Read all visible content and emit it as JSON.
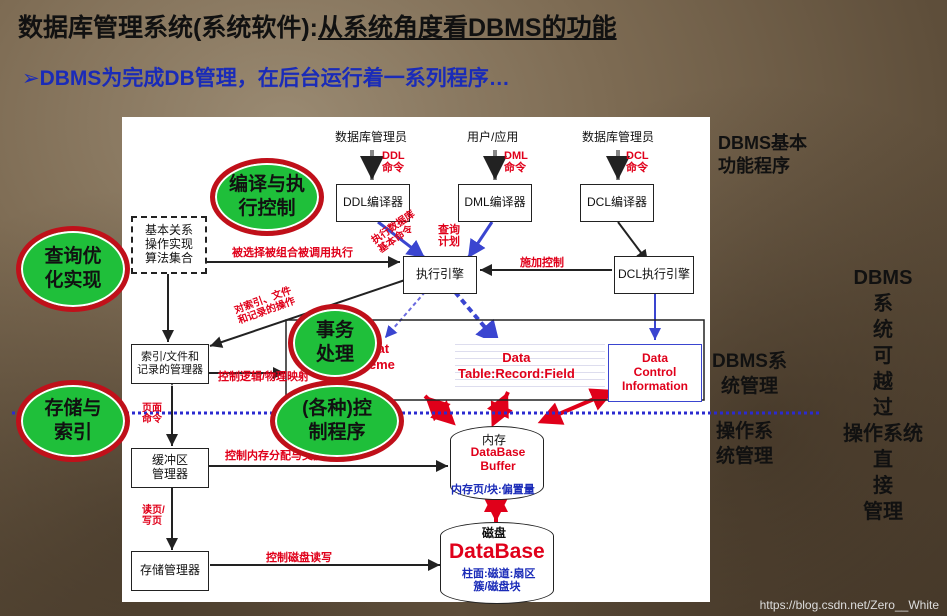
{
  "header": {
    "title_main": "数据库管理系统(系统软件):",
    "title_underlined": "从系统角度看DBMS的功能",
    "subtitle": "➢DBMS为完成DB管理，在后台运行着一系列程序…"
  },
  "top_inputs": {
    "dba_left": "数据库管理员",
    "user_app": "用户/应用",
    "dba_right": "数据库管理员",
    "ddl_cmd": "DDL\n命令",
    "dml_cmd": "DML\n命令",
    "dcl_cmd": "DCL\n命令"
  },
  "boxes": {
    "ddl_compiler": "DDL编译器",
    "dml_compiler": "DML编译器",
    "dcl_compiler": "DCL编译器",
    "exec_engine": "执行引擎",
    "dcl_exec": "DCL执行引擎",
    "relational_ops": "基本关系\n操作实现\n算法集合",
    "index_mgr": "索引/文件和\n记录的管理器",
    "buffer_mgr": "缓冲区\n管理器",
    "storage_mgr": "存储管理器"
  },
  "edge_labels": {
    "called": "被选择被组合被调用执行",
    "query_plan": "查询\n计划",
    "apply_ctrl": "施加控制",
    "exec_ddl": "执行数据库\n基本命令",
    "index_file": "对索引、文件\n和记录的操作",
    "logic_physical": "控制逻辑/物理映射",
    "page_cmd": "页面\n命令",
    "mem_alloc": "控制内存分配与交换",
    "read_write_page": "读页/\n写页",
    "disk_rw": "控制磁盘读写"
  },
  "inner": {
    "format": "Format\nScheme",
    "data_table": "Data\nTable:Record:Field",
    "data_control": "Data\nControl\nInformation"
  },
  "memory": {
    "title": "内存",
    "name": "DataBase\nBuffer",
    "sub": "内存页/块:偏置量"
  },
  "disk": {
    "title": "磁盘",
    "name": "DataBase",
    "sub": "柱面:磁道:扇区\n簇/磁盘块"
  },
  "ovals": {
    "compile": "编译与执\n行控制",
    "query": "查询优\n化实现",
    "transaction": "事务\n处理",
    "storage": "存储与\n索引",
    "control": "(各种)控\n制程序"
  },
  "right": {
    "dbms_basic": "DBMS基本\n功能程序",
    "dbms_mgmt": "DBMS系\n统管理",
    "os_mgmt": "操作系\n统管理",
    "dbms_side": [
      "DBMS",
      "系",
      "统",
      "可",
      "越",
      "过",
      "操作系统",
      "直",
      "接",
      "管理"
    ]
  },
  "watermark": "https://blog.csdn.net/Zero__White",
  "colors": {
    "oval_fill": "#1fbf3a",
    "oval_border": "#c0101a",
    "accent_blue": "#1a2bb8",
    "accent_red": "#e0001a"
  }
}
